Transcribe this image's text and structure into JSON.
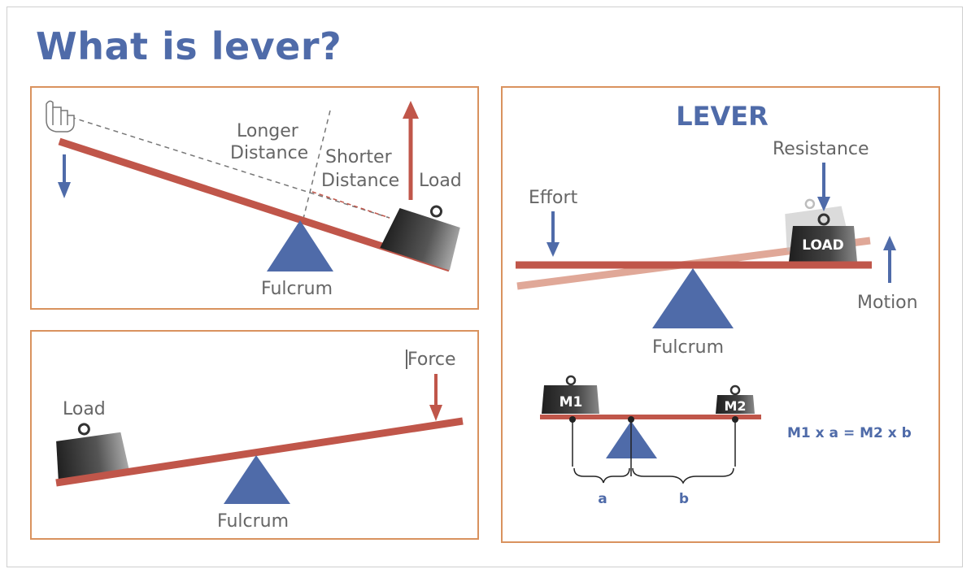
{
  "title": "What is lever?",
  "colors": {
    "title": "#4f6ba9",
    "panel_border": "#d9925e",
    "beam": "#c0564a",
    "fulcrum": "#4f6ba9",
    "label_gray": "#666666",
    "beam_faded": "#e0a898"
  },
  "icons": [
    "pointing-hand-icon",
    "arrow-down-icon",
    "arrow-up-icon",
    "weight-icon"
  ],
  "top_left": {
    "longer_distance": [
      "Longer",
      "Distance"
    ],
    "shorter_distance": [
      "Shorter",
      "Distance"
    ],
    "load": "Load",
    "fulcrum": "Fulcrum"
  },
  "bottom_left": {
    "load": "Load",
    "force": "Force",
    "fulcrum": "Fulcrum"
  },
  "right": {
    "heading": "LEVER",
    "resistance": "Resistance",
    "effort": "Effort",
    "load_label": "LOAD",
    "motion": "Motion",
    "fulcrum": "Fulcrum",
    "m1": "M1",
    "m2": "M2",
    "a": "a",
    "b": "b",
    "equation": "M1 x a = M2 x b"
  }
}
